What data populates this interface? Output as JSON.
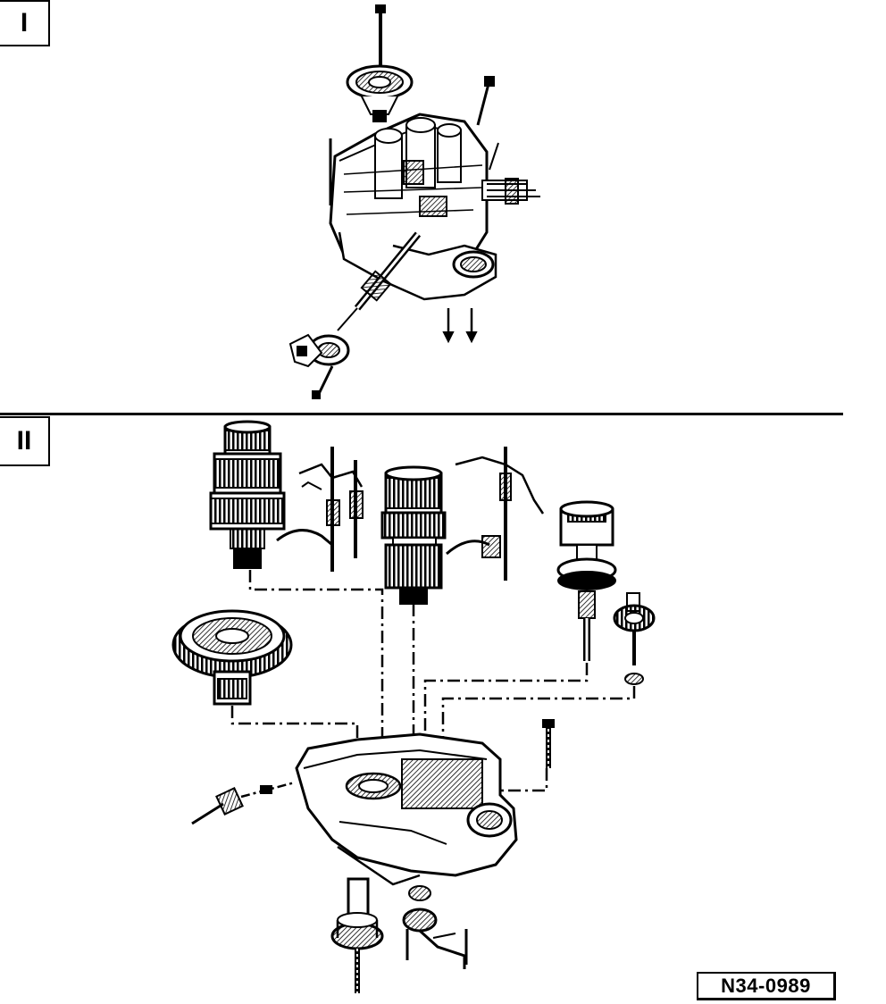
{
  "sections": [
    {
      "label": "I"
    },
    {
      "label": "II"
    }
  ],
  "figure_code": "N34-0989"
}
